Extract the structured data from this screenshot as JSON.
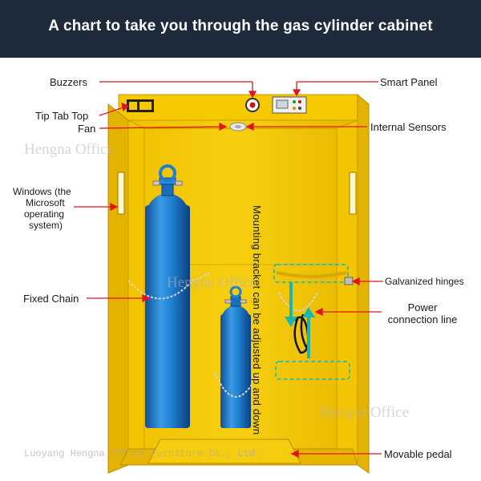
{
  "header": {
    "title": "A chart to take you through the gas cylinder cabinet"
  },
  "labels": {
    "buzzers": "Buzzers",
    "smart_panel": "Smart Panel",
    "tip_tab_top": "Tip Tab Top",
    "fan": "Fan",
    "internal_sensors": "Internal Sensors",
    "windows": [
      "Windows (the",
      "Microsoft",
      "operating",
      "system)"
    ],
    "galvanized_hinges": "Galvanized hinges",
    "fixed_chain": "Fixed Chain",
    "power_connection": [
      "Power",
      "connection line"
    ],
    "movable_pedal": "Movable pedal",
    "mounting_bracket": "Mounting bracket can be adjusted up and down"
  },
  "watermarks": {
    "brand": "Hengna Office",
    "footer": "Luoyang Hengna Office Furniture Co., Ltd."
  },
  "colors": {
    "header_bg": "#1d2b3c",
    "cabinet_yellow": "#f2c300",
    "cabinet_shade": "#d9a900",
    "cylinder_blue": "#1f7fd0",
    "arrow_red": "#e0151b",
    "bracket_cyan": "#18b8b0"
  }
}
